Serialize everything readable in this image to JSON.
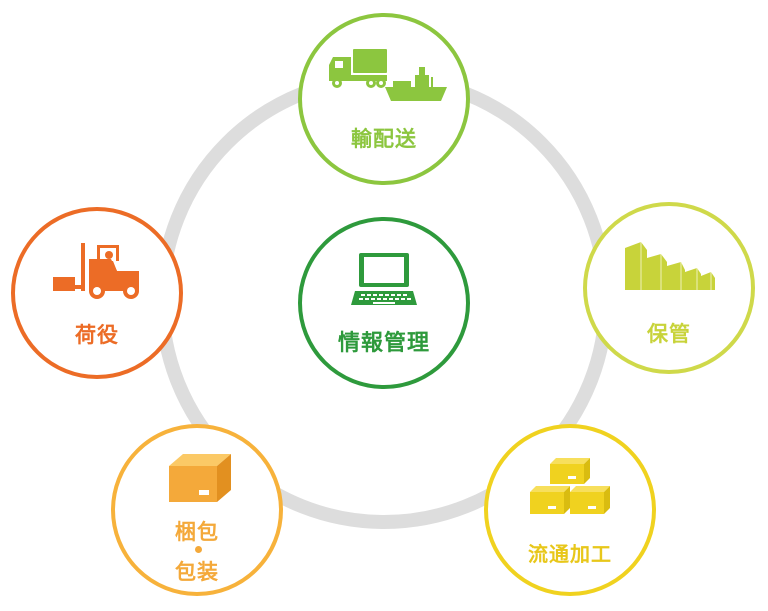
{
  "nodes": {
    "center": {
      "label": "情報管理",
      "icon": "laptop-icon",
      "color": "#2e9a3c"
    },
    "top": {
      "label": "輸配送",
      "icon": "truck-ship-icon",
      "color": "#8cc63f"
    },
    "right": {
      "label": "保管",
      "icon": "warehouse-icon",
      "color": "#c8d33a"
    },
    "left": {
      "label": "荷役",
      "icon": "forklift-icon",
      "color": "#ec6c26"
    },
    "bottom_left": {
      "label_line1": "梱包",
      "label_line2": "包装",
      "icon": "box-icon",
      "color": "#f4a93a"
    },
    "bottom_right": {
      "label": "流通加工",
      "icon": "stacked-boxes-icon",
      "color": "#e8c71a"
    }
  },
  "ring_color": "#dddddd"
}
